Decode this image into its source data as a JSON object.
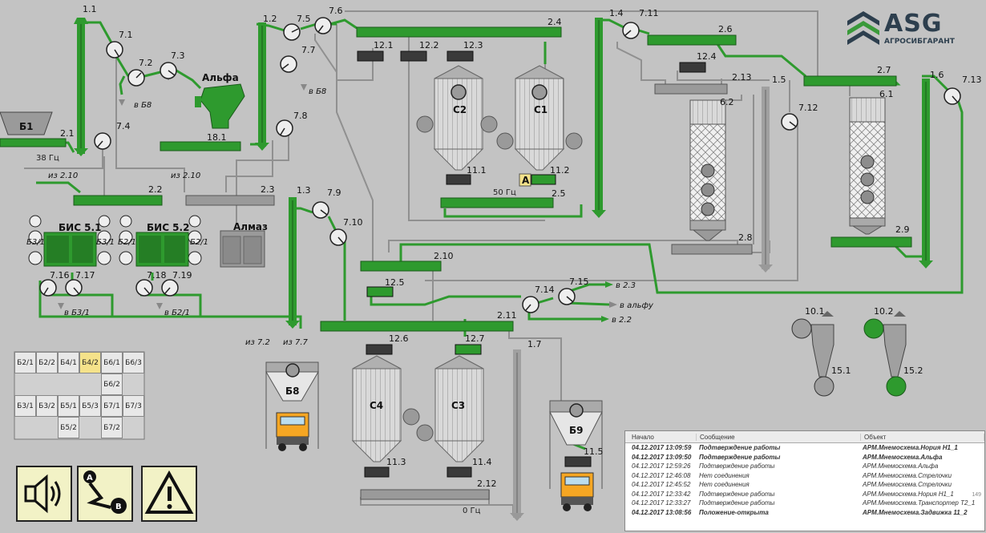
{
  "logo": {
    "brand": "ASG",
    "subtitle": "АГРОСИБГАРАНТ"
  },
  "labels": {
    "n1_1": "1.1",
    "n1_2": "1.2",
    "n1_3": "1.3",
    "n1_4": "1.4",
    "n1_5": "1.5",
    "n1_6": "1.6",
    "n1_7": "1.7",
    "c2_1": "2.1",
    "c2_2": "2.2",
    "c2_3": "2.3",
    "c2_4": "2.4",
    "c2_5": "2.5",
    "c2_6": "2.6",
    "c2_7": "2.7",
    "c2_8": "2.8",
    "c2_9": "2.9",
    "c2_10": "2.10",
    "c2_11": "2.11",
    "c2_12": "2.12",
    "c2_13": "2.13",
    "v7_1": "7.1",
    "v7_2": "7.2",
    "v7_3": "7.3",
    "v7_4": "7.4",
    "v7_5": "7.5",
    "v7_6": "7.6",
    "v7_7": "7.7",
    "v7_8": "7.8",
    "v7_9": "7.9",
    "v7_10": "7.10",
    "v7_11": "7.11",
    "v7_12": "7.12",
    "v7_13": "7.13",
    "v7_14": "7.14",
    "v7_15": "7.15",
    "v7_16": "7.16",
    "v7_17": "7.17",
    "v7_18": "7.18",
    "v7_19": "7.19",
    "g12_1": "12.1",
    "g12_2": "12.2",
    "g12_3": "12.3",
    "g12_4": "12.4",
    "g12_5": "12.5",
    "g12_6": "12.6",
    "g12_7": "12.7",
    "g11_1": "11.1",
    "g11_2": "11.2",
    "g11_3": "11.3",
    "g11_4": "11.4",
    "g11_5": "11.5",
    "d6_1": "6.1",
    "d6_2": "6.2",
    "f10_1": "10.1",
    "f10_2": "10.2",
    "f15_1": "15.1",
    "f15_2": "15.2",
    "m18_1": "18.1",
    "silo_c1": "С1",
    "silo_c2": "С2",
    "silo_c3": "С3",
    "silo_c4": "С4",
    "bin_b1": "Б1",
    "bin_b8": "Б8",
    "bin_b9": "Б9",
    "alfa": "Альфа",
    "almaz": "Алмаз",
    "bis51": "БИС 5.1",
    "bis52": "БИС 5.2",
    "freq38": "38 Гц",
    "freq50": "50 Гц",
    "freq0": "0 Гц",
    "marker_a": "А",
    "from_2_10a": "из 2.10",
    "from_2_10b": "из 2.10",
    "from_7_2": "из 7.2",
    "from_7_7": "из 7.7",
    "to_b8a": "в Б8",
    "to_b8b": "в Б8",
    "to_b31": "в Б3/1",
    "to_b21": "в Б2/1",
    "to_2_3": "в 2.3",
    "to_alfa": "в альфу",
    "to_2_2": "в 2.2",
    "b31a": "Б3/1",
    "b31b": "Б3/1",
    "b21a": "Б2/1",
    "b21b": "Б2/1"
  },
  "bins": {
    "r1": [
      "Б2/1",
      "Б2/2",
      "Б4/1",
      "Б4/2",
      "Б6/1",
      "Б6/3"
    ],
    "r1b": "Б6/2",
    "r2": [
      "Б3/1",
      "Б3/2",
      "Б5/1",
      "Б5/3",
      "Б7/1",
      "Б7/3"
    ],
    "r2b": [
      "Б5/2",
      "Б7/2"
    ]
  },
  "log": {
    "headers": {
      "time": "Начало",
      "msg": "Сообщение",
      "obj": "Объект"
    },
    "rows": [
      {
        "time": "04.12.2017 13:09:59",
        "msg": "Подтверждение работы",
        "obj": "АРМ.Мнемосхема.Нория Н1_1",
        "bold": true
      },
      {
        "time": "04.12.2017 13:09:50",
        "msg": "Подтверждение работы",
        "obj": "АРМ.Мнемосхема.Альфа",
        "bold": true
      },
      {
        "time": "04.12.2017 12:59:26",
        "msg": "Подтверждение работы",
        "obj": "АРМ.Мнемосхема.Альфа",
        "bold": false
      },
      {
        "time": "04.12.2017 12:46:08",
        "msg": "Нет соединения",
        "obj": "АРМ.Мнемосхема.Стрелочки",
        "bold": false
      },
      {
        "time": "04.12.2017 12:45:52",
        "msg": "Нет соединения",
        "obj": "АРМ.Мнемосхема.Стрелочки",
        "bold": false
      },
      {
        "time": "04.12.2017 12:33:42",
        "msg": "Подтверждение работы",
        "obj": "АРМ.Мнемосхема.Нория Н1_1",
        "bold": false
      },
      {
        "time": "04.12.2017 12:33:27",
        "msg": "Подтверждение работы",
        "obj": "АРМ.Мнемосхема.Транспортер Т2_1",
        "bold": false
      },
      {
        "time": "04.12.2017 13:08:56",
        "msg": "Положение-открыта",
        "obj": "АРМ.Мнемосхема.Задвижка 11_2",
        "bold": true
      }
    ],
    "counter": "149"
  },
  "colors": {
    "active": "#2e9a2e",
    "idle": "#8c8c8c",
    "bg": "#c3c3c3",
    "marker": "#f5e28a"
  }
}
